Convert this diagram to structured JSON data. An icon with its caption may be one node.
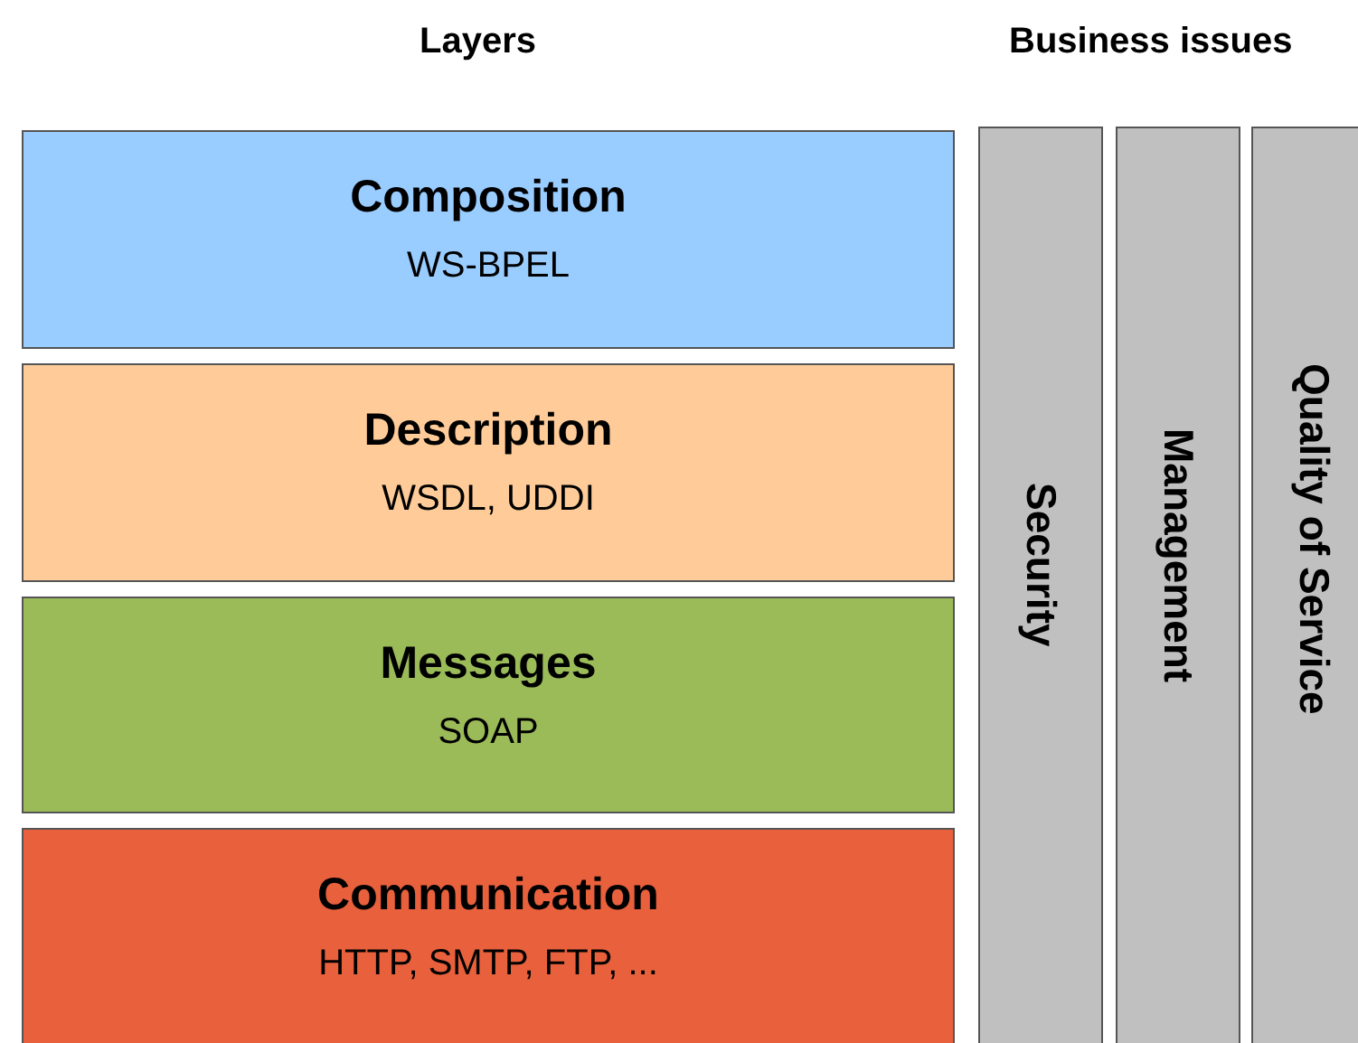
{
  "diagram": {
    "nodes": [
      {
        "text": [
          "Composition",
          "WS-BPEL"
        ]
      },
      {
        "text": [
          "Description",
          "WSDL, UDDI"
        ]
      },
      {
        "text": [
          "Messages",
          "SOAP"
        ]
      },
      {
        "text": [
          "Communication",
          "HTTP, SMTP, FTP, ..."
        ]
      },
      {
        "text": [
          "Security"
        ]
      },
      {
        "text": [
          "Management"
        ]
      },
      {
        "text": [
          "Quality of Service"
        ]
      }
    ],
    "labels": [
      "Layers",
      "Business issues"
    ]
  }
}
